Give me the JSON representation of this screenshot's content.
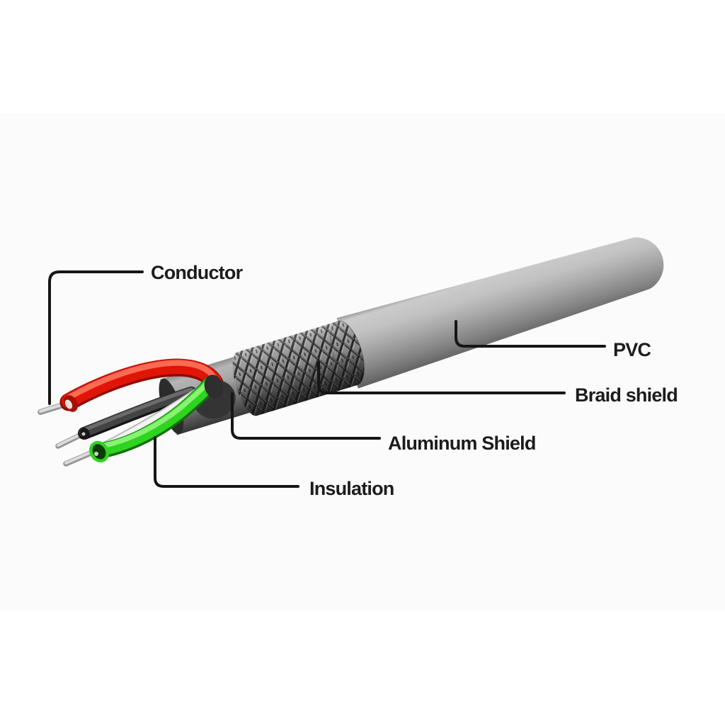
{
  "labels": {
    "conductor": "Conductor",
    "pvc": "PVC",
    "braid_shield": "Braid shield",
    "aluminum_shield": "Aluminum Shield",
    "insulation": "Insulation"
  },
  "colors": {
    "label_text": "#1c1c1c",
    "leader_line": "#161616",
    "wire_red": "#e11408",
    "wire_green": "#2ed41f",
    "wire_black": "#434343",
    "wire_white": "#d6d6d6",
    "conductor_silver": "#dcdcdc",
    "pvc_gray": "#a7a7a7",
    "background": "#ffffff",
    "image_area": "#fbfbfb"
  }
}
